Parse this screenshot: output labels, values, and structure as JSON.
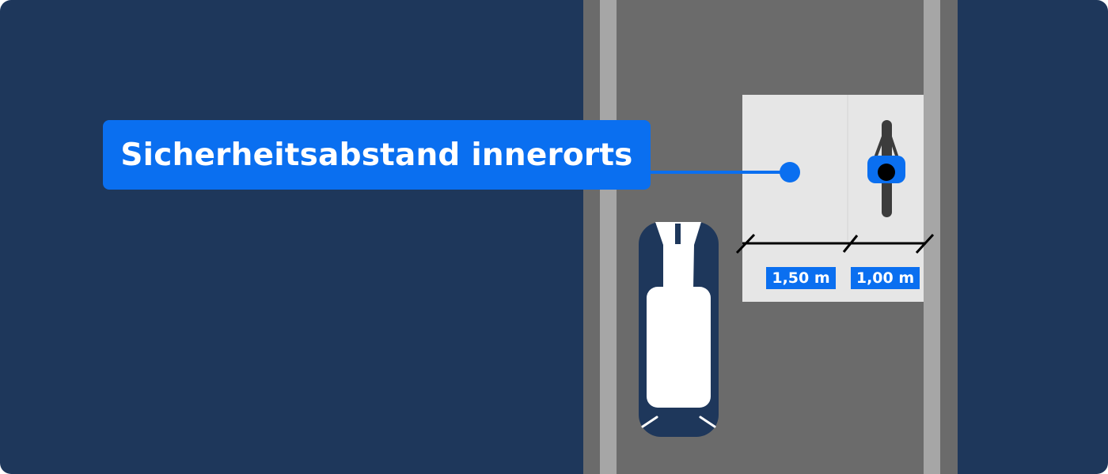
{
  "title": "Sicherheitsabstand innerorts",
  "distances": {
    "car_to_bike_gap": "1,50 m",
    "bike_width": "1,00 m"
  },
  "colors": {
    "background": "#1e375b",
    "road": "#6b6b6b",
    "lane_stripe": "#a6a6a6",
    "safety_zone": "#e6e6e6",
    "accent": "#0a6ff0",
    "car_body": "#1e375b",
    "car_windshield": "#ffffff",
    "bicycle_frame": "#3c3c3c",
    "marker_line": "#000000"
  },
  "icons": {
    "car": "car-top-view-icon",
    "cyclist": "cyclist-top-view-icon"
  }
}
